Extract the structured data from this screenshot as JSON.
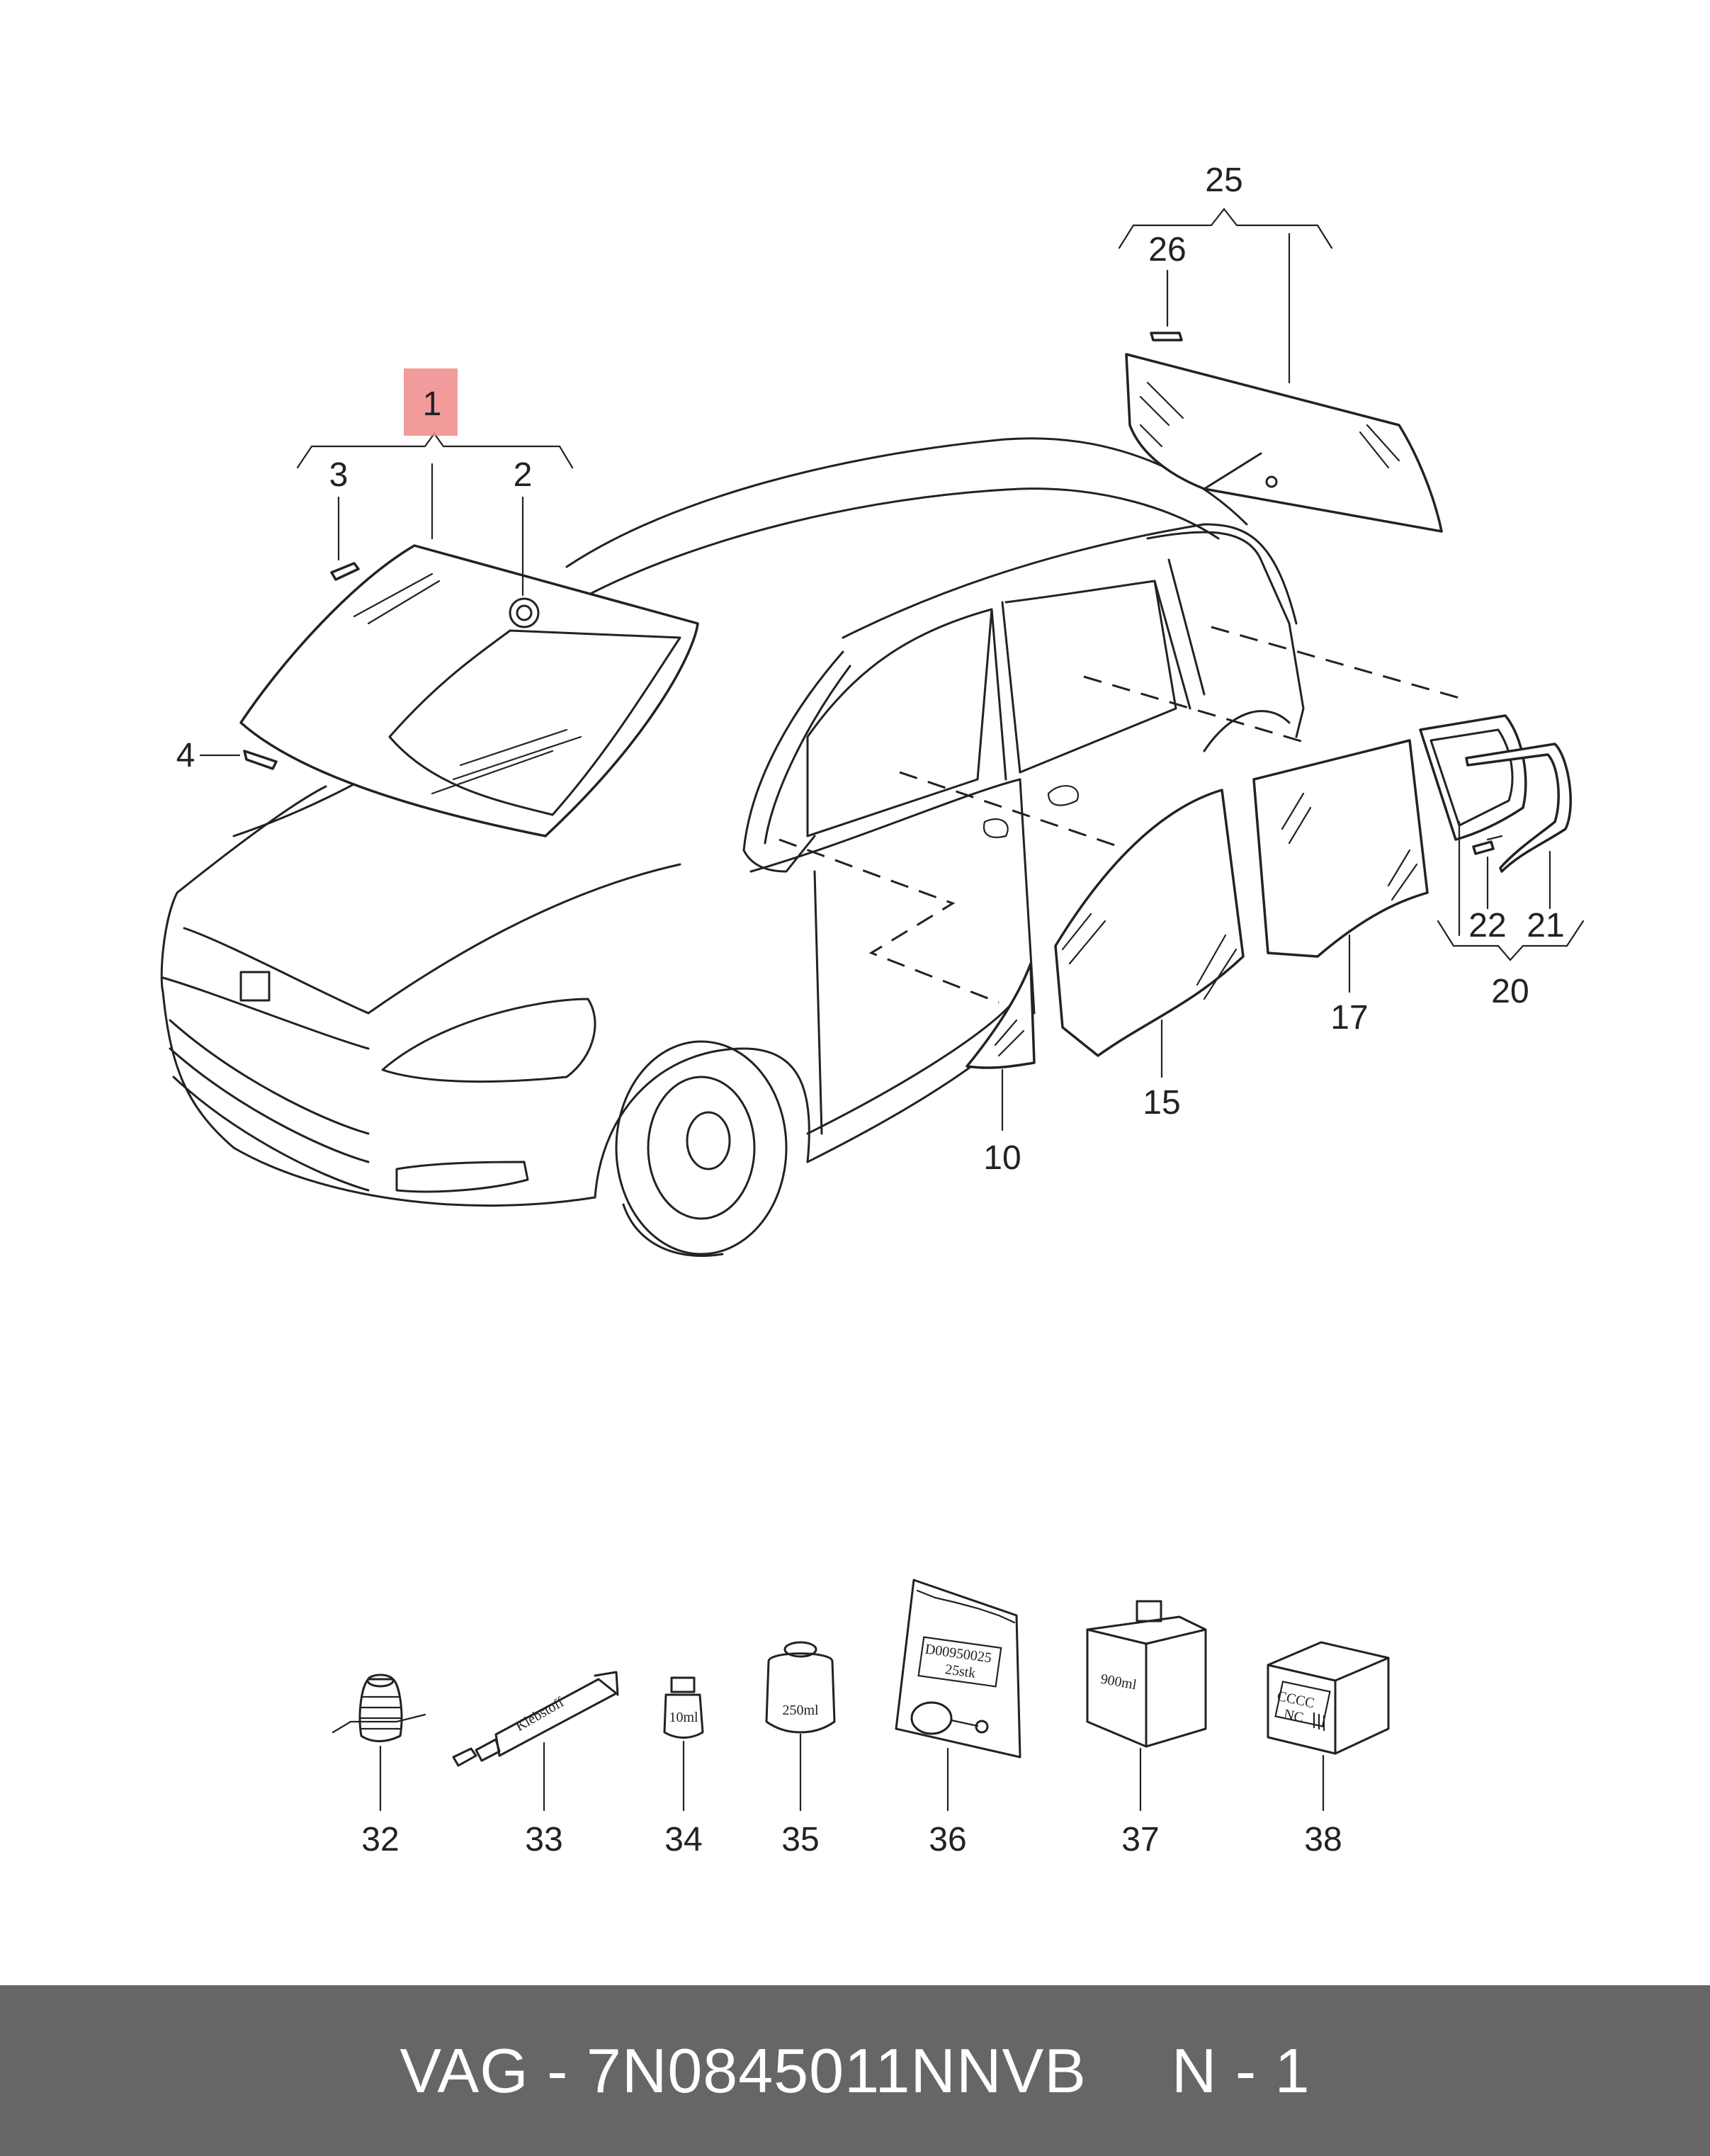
{
  "callouts": {
    "c1": "1",
    "c2": "2",
    "c3": "3",
    "c4": "4",
    "c10": "10",
    "c15": "15",
    "c17": "17",
    "c20": "20",
    "c21": "21",
    "c22": "22",
    "c25": "25",
    "c26": "26",
    "c32": "32",
    "c33": "33",
    "c34": "34",
    "c35": "35",
    "c36": "36",
    "c37": "37",
    "c38": "38"
  },
  "highlight_callout": "1",
  "highlight_color": "#f08a8a",
  "package_labels": {
    "tube": "Klebstoff",
    "bottle_small": "10ml",
    "can": "250ml",
    "bag_code": "D00950025",
    "bag_qty": "25stk",
    "canister": "900ml",
    "box_line1": "CCCC",
    "box_line2": "NC"
  },
  "footer": {
    "part_text": "VAG - 7N0845011NNVB",
    "page_text": "N - 1"
  },
  "colors": {
    "footer_bg": "#666666",
    "footer_text": "#ffffff",
    "line": "#222222"
  }
}
